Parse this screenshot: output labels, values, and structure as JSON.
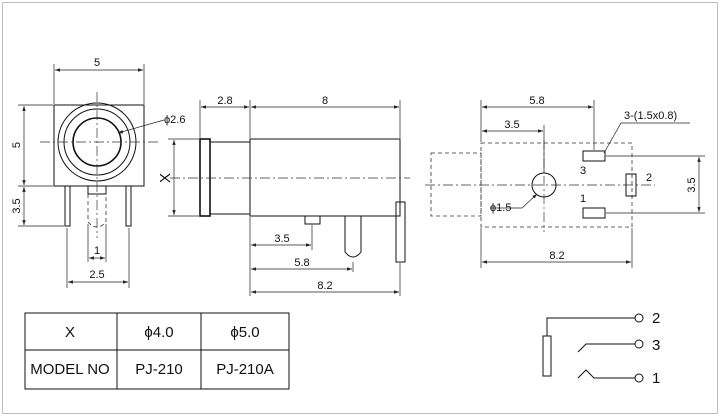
{
  "front_view": {
    "width_label": "5",
    "height_label": "5",
    "pin_height_label": "3.5",
    "pin_label": "1",
    "pin_pitch_label": "2.5",
    "hole_label": "ϕ2.6"
  },
  "side_view": {
    "nose_label": "2.8",
    "body_label": "8",
    "diameter_label": "X",
    "pin1_label": "3.5",
    "pin2_label": "5.8",
    "overall_label": "8.2"
  },
  "bottom_view": {
    "width_label": "5.8",
    "offset_label": "3.5",
    "pad_label": "3-(1.5x0.8)",
    "hole_label": "ϕ1.5",
    "height_label": "3.5",
    "length_label": "8.2",
    "pad_numbers": [
      "3",
      "2",
      "1"
    ]
  },
  "table": {
    "headers": [
      "X",
      "ϕ4.0",
      "ϕ5.0"
    ],
    "row": [
      "MODEL NO",
      "PJ-210",
      "PJ-210A"
    ]
  },
  "schematic": {
    "terminals": [
      "2",
      "3",
      "1"
    ]
  }
}
